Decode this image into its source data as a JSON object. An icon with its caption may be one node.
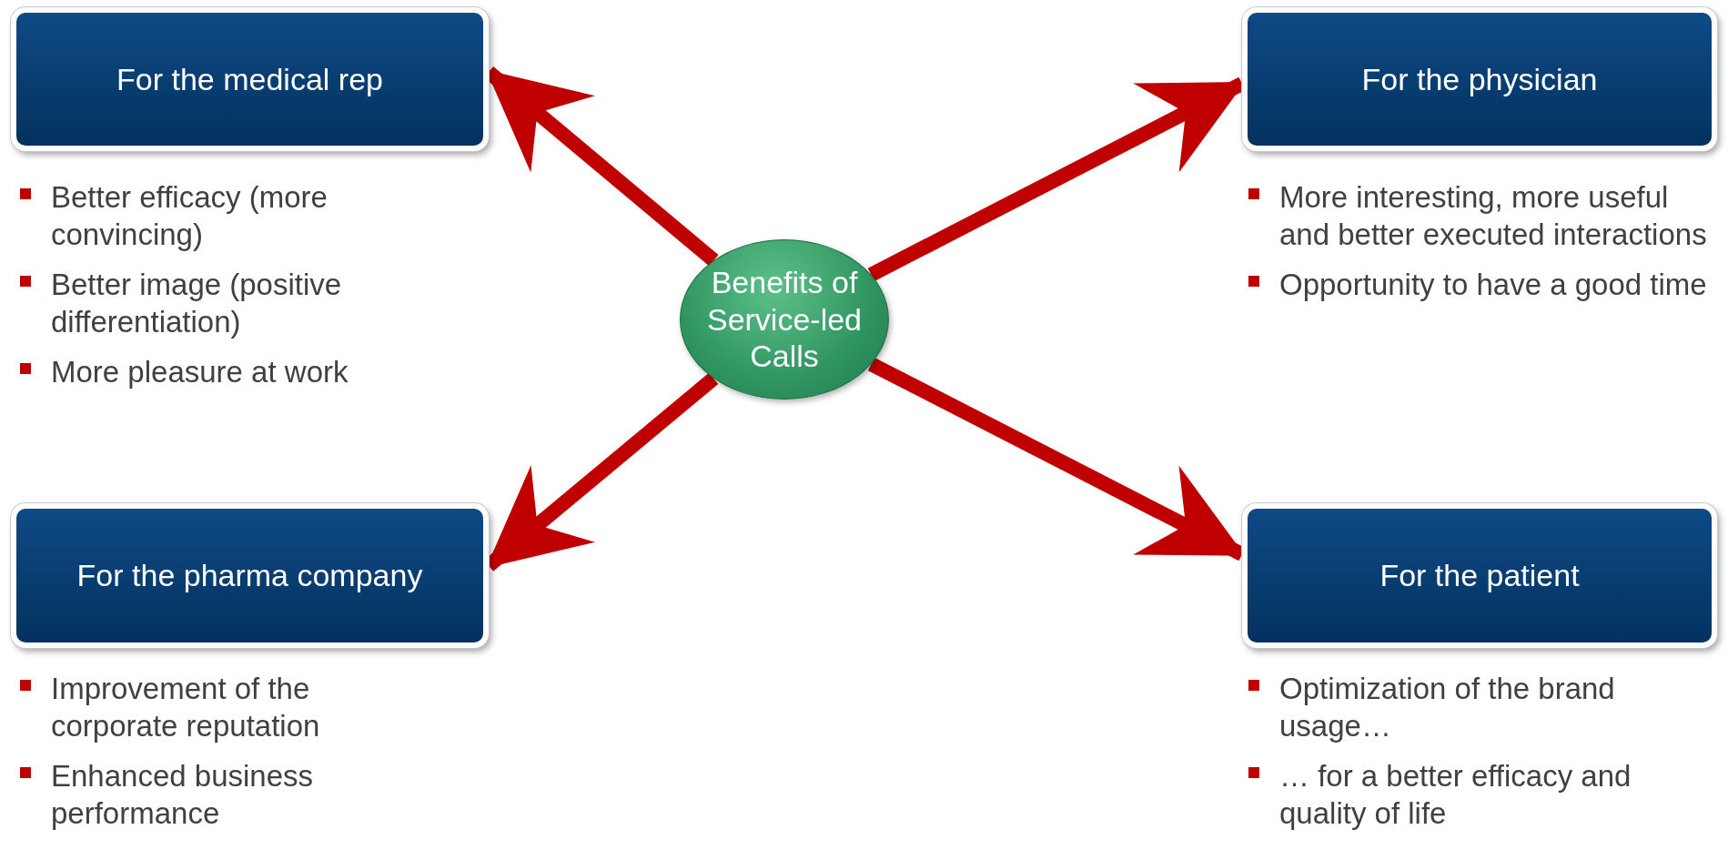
{
  "diagram": {
    "nodes": [
      {
        "text": [
          "For the medical rep"
        ],
        "beside": [
          "Better efficacy (more convincing)",
          "Better image (positive differentiation)",
          "More pleasure at work"
        ]
      },
      {
        "text": [
          "For the physician"
        ],
        "beside": [
          "More interesting, more useful and better executed interactions",
          "Opportunity to have a good time"
        ]
      },
      {
        "text": [
          "Benefits of Service-led Calls"
        ]
      },
      {
        "text": [
          "For the pharma company"
        ],
        "beside": [
          "Improvement of the corporate reputation",
          "Enhanced business performance"
        ]
      },
      {
        "text": [
          "For the patient"
        ],
        "beside": [
          "Optimization of the brand usage…",
          "… for a better efficacy and quality of life"
        ]
      }
    ],
    "edges": [
      {
        "from": 2,
        "to": 0,
        "arrow": "to"
      },
      {
        "from": 2,
        "to": 1,
        "arrow": "to"
      },
      {
        "from": 2,
        "to": 3,
        "arrow": "to"
      },
      {
        "from": 2,
        "to": 4,
        "arrow": "to"
      }
    ]
  }
}
